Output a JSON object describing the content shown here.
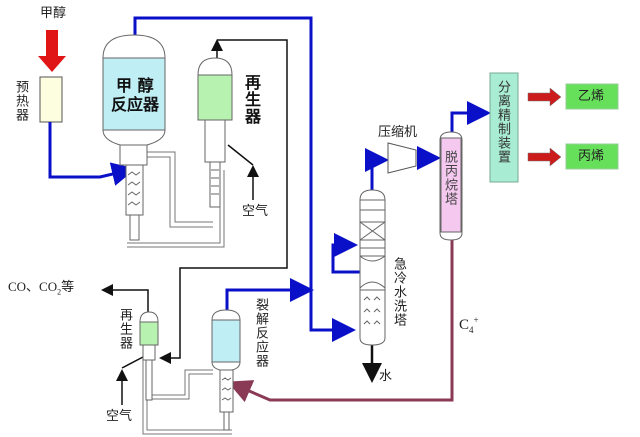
{
  "labels": {
    "methanol_feed": "甲醇",
    "preheater": "预热器",
    "methanol_reactor_line1": "甲 醇",
    "methanol_reactor_line2": "反应器",
    "regenerator_1": "再生器",
    "air_1": "空气",
    "flue_gas": "CO、CO",
    "flue_gas_sub": "2",
    "flue_gas_suffix": "等",
    "regenerator_2": "再生器",
    "air_2": "空气",
    "cracking_reactor": "裂解反应器",
    "quench_tower": "急冷水洗塔",
    "water": "水",
    "compressor": "压缩机",
    "depropanizer": "脱丙烷塔",
    "separation_unit": "分离精制装置",
    "ethylene": "乙烯",
    "propylene": "丙烯",
    "c4_main": "C",
    "c4_sub": "4",
    "c4_sup": "+"
  },
  "colors": {
    "process_line": "#0a10c8",
    "recycle_line": "#8b3a55",
    "catalyst_line": "#111111",
    "product_arrow": "#cc1b1b",
    "reactor_fill": "#bfeef5",
    "regenerator_fill": "#b8f2b0",
    "depropanizer_fill": "#f5c8f0",
    "separation_fill": "#a8ecd4",
    "product_fill": "#66e05a",
    "preheater_fill": "#fdfde0"
  }
}
